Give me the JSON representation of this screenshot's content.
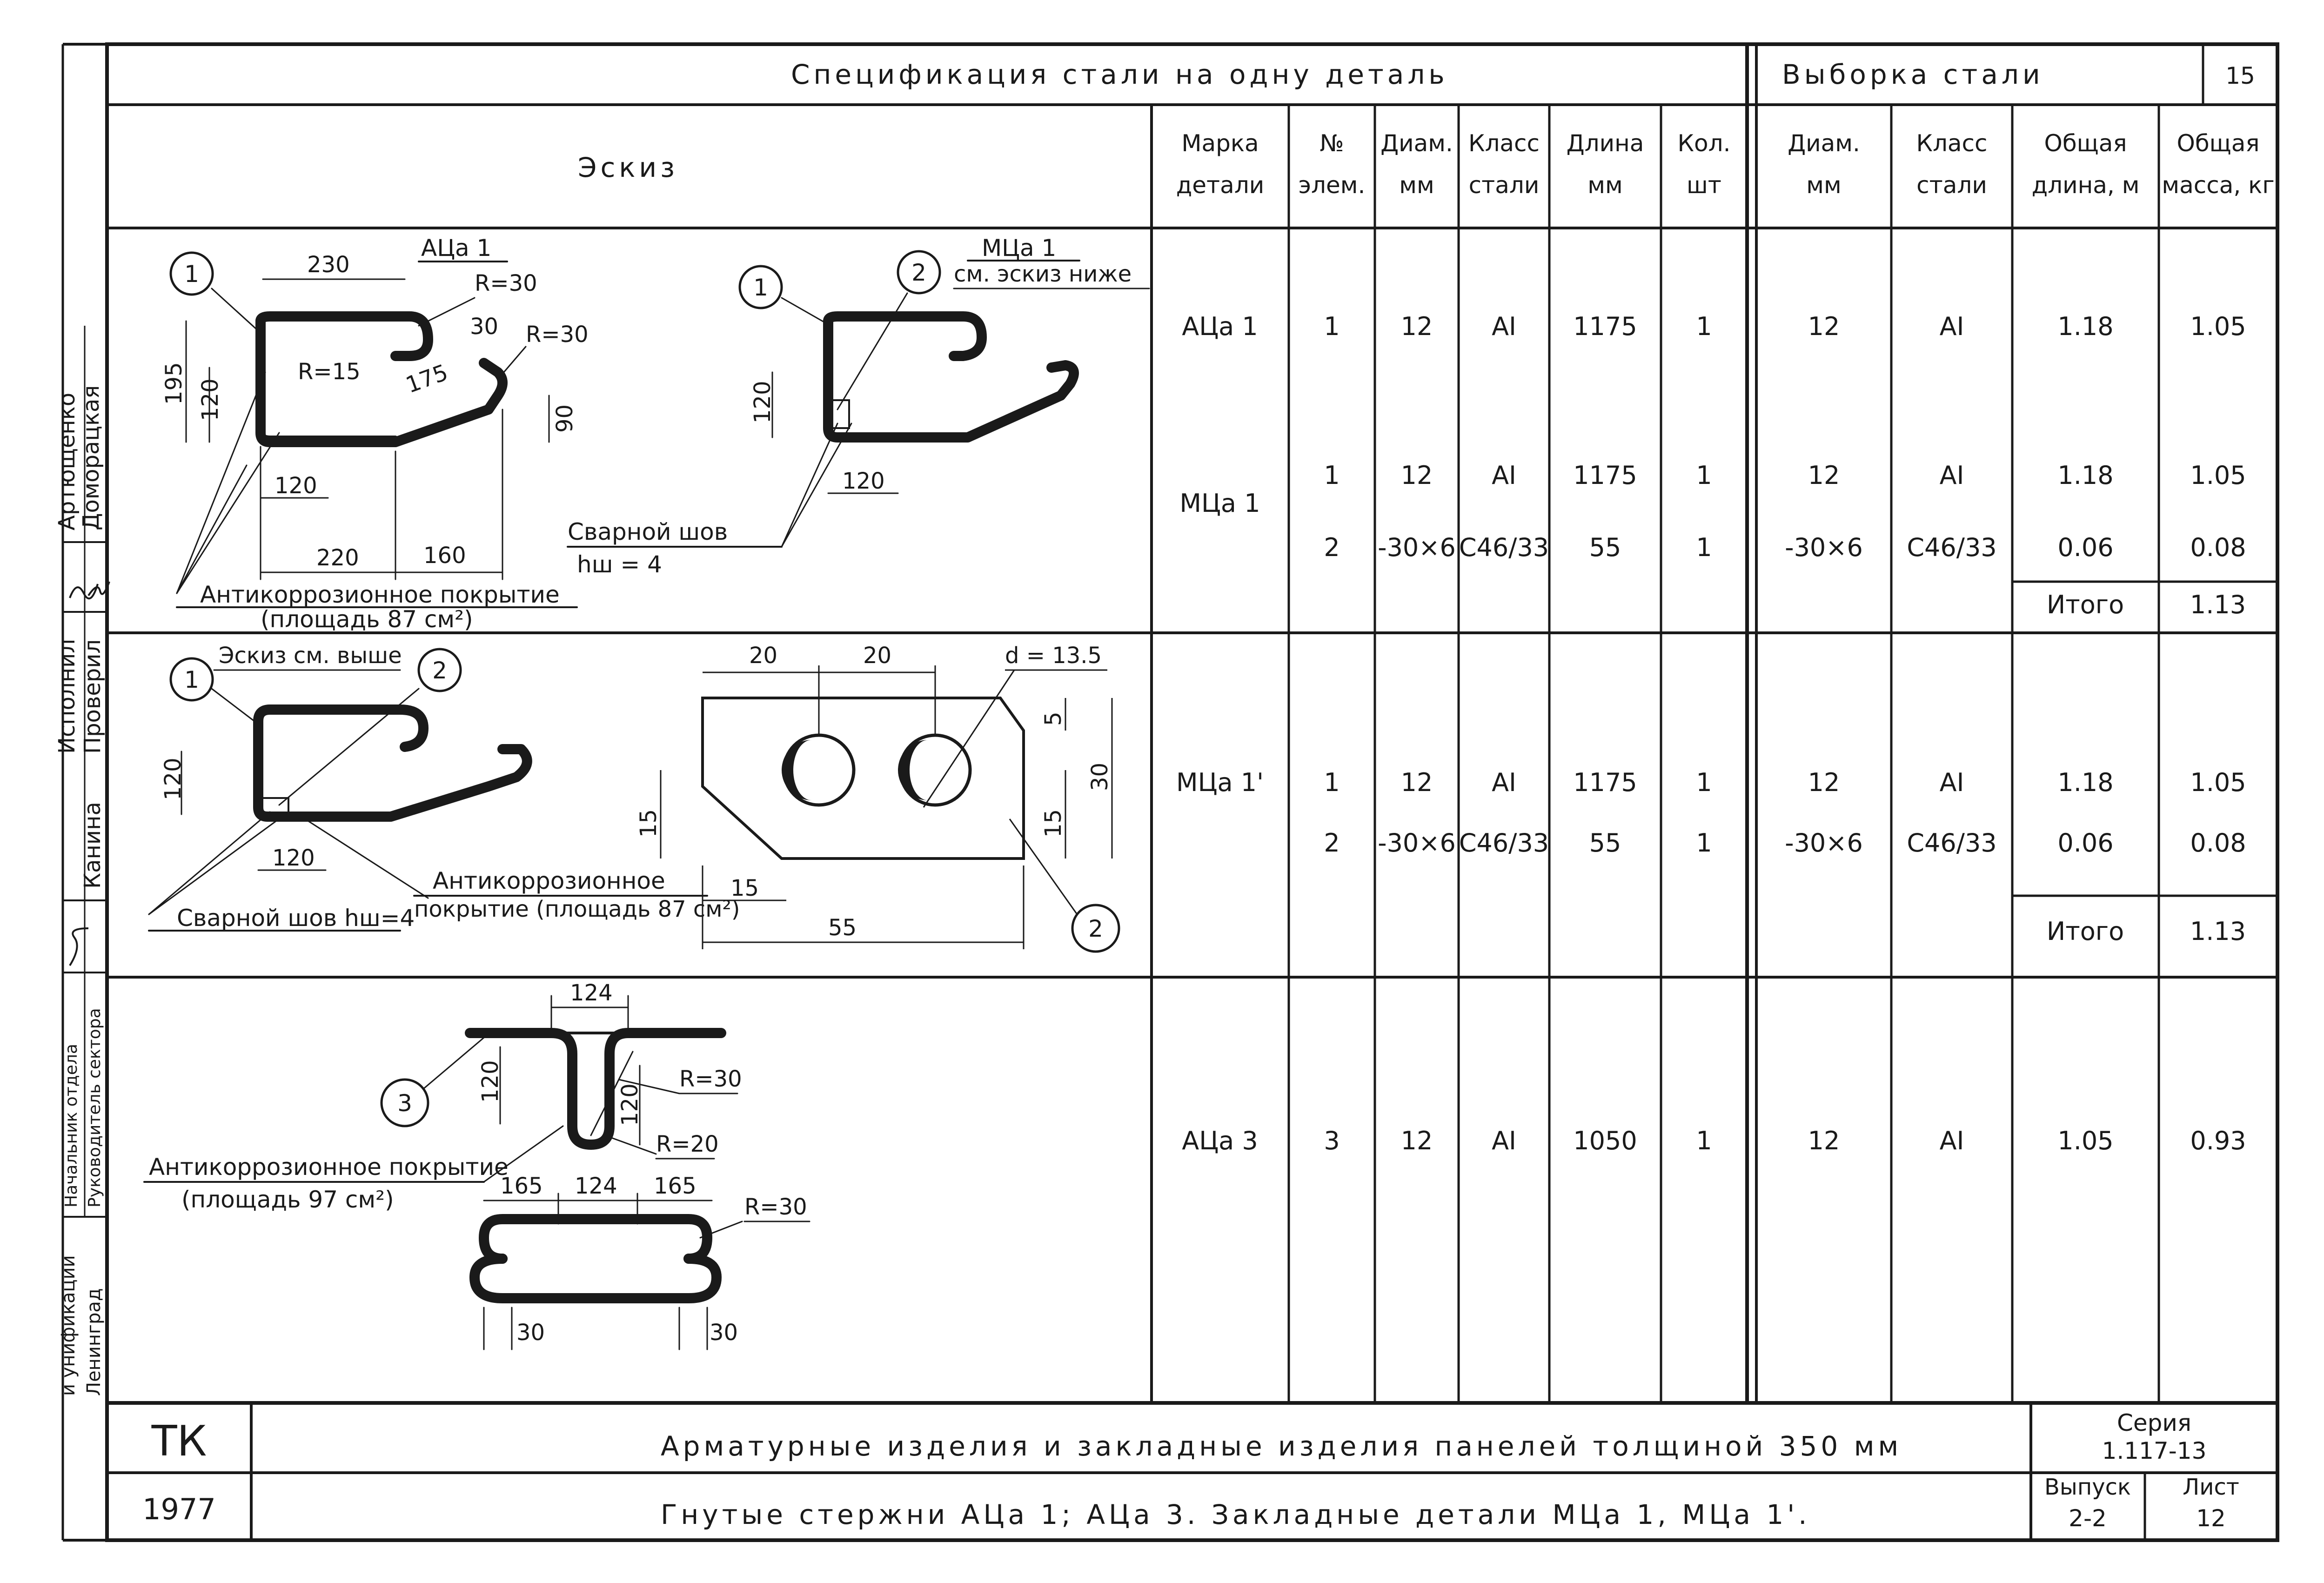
{
  "sheet": {
    "spec_title": "Спецификация стали на одну деталь",
    "sel_title": "Выборка стали",
    "page_number": "15",
    "sketch_header": "Эскиз"
  },
  "spec_headers": [
    [
      "Марка",
      "детали"
    ],
    [
      "№",
      "элем."
    ],
    [
      "Диам.",
      "мм"
    ],
    [
      "Класс",
      "стали"
    ],
    [
      "Длина",
      "мм"
    ],
    [
      "Кол.",
      "шт"
    ]
  ],
  "sel_headers": [
    [
      "Диам.",
      "мм"
    ],
    [
      "Класс",
      "стали"
    ],
    [
      "Общая",
      "длина, м"
    ],
    [
      "Общая",
      "масса, кг"
    ]
  ],
  "rows": [
    {
      "mark": "АЦа 1",
      "lines": [
        [
          "1",
          "12",
          "АI",
          "1175",
          "1",
          "12",
          "АI",
          "1.18",
          "1.05"
        ]
      ]
    },
    {
      "mark": "МЦа 1",
      "lines": [
        [
          "1",
          "12",
          "АI",
          "1175",
          "1",
          "12",
          "АI",
          "1.18",
          "1.05"
        ],
        [
          "2",
          "-30×6",
          "С46/33",
          "55",
          "1",
          "-30×6",
          "С46/33",
          "0.06",
          "0.08"
        ]
      ],
      "total": "1.13"
    },
    {
      "mark": "МЦа 1'",
      "lines": [
        [
          "1",
          "12",
          "АI",
          "1175",
          "1",
          "12",
          "АI",
          "1.18",
          "1.05"
        ],
        [
          "2",
          "-30×6",
          "С46/33",
          "55",
          "1",
          "-30×6",
          "С46/33",
          "0.06",
          "0.08"
        ]
      ],
      "total": "1.13"
    },
    {
      "mark": "АЦа 3",
      "lines": [
        [
          "3",
          "12",
          "АI",
          "1050",
          "1",
          "12",
          "АI",
          "1.05",
          "0.93"
        ]
      ]
    }
  ],
  "total_label": "Итого",
  "sketches": {
    "s1": {
      "title": "АЦа 1",
      "callout": "1",
      "r30a": "R=30",
      "r30b": "R=30",
      "r15": "R=15",
      "d230": "230",
      "d30": "30",
      "d175": "175",
      "d195": "195",
      "d120v": "120",
      "d90": "90",
      "d120": "120",
      "d220": "220",
      "d160": "160",
      "coating": "Антикоррозионное покрытие",
      "coating_area": "(площадь 87 см²)"
    },
    "s2": {
      "title": "МЦа 1",
      "subtitle": "см. эскиз ниже",
      "callout1": "1",
      "callout2": "2",
      "d120v": "120",
      "d120": "120",
      "weld": "Сварной шов",
      "weld_h": "hш = 4"
    },
    "s3": {
      "note": "Эскиз см. выше",
      "callout1": "1",
      "callout2": "2",
      "d120v": "120",
      "d120": "120",
      "weld": "Сварной шов hш=4",
      "coating": "Антикоррозионное",
      "coating_area": "покрытие (площадь 87 см²)"
    },
    "plate": {
      "d20a": "20",
      "d20b": "20",
      "hole": "d = 13.5",
      "d5": "5",
      "d30": "30",
      "d15r": "15",
      "d15l": "15",
      "d15b": "15",
      "d55": "55",
      "callout": "2"
    },
    "s4": {
      "callout": "3",
      "d124t": "124",
      "d120l": "120",
      "d120r": "120",
      "r30t": "R=30",
      "r20": "R=20",
      "coating": "Антикоррозионное покрытие",
      "coating_area": "(площадь 97 см²)",
      "d165a": "165",
      "d124": "124",
      "d165b": "165",
      "r30b": "R=30",
      "d30a": "30",
      "d30b": "30"
    }
  },
  "side_stamp": {
    "artyushenko": "Артющенко",
    "domoratskaya": "Доморацкая",
    "ispolnil": "Исполнил",
    "proveril": "Проверил",
    "kanina": "Канина",
    "nach_otdela": "Начальник отдела",
    "ruk_sektora": "Руководитель сектора",
    "unification": "и унификации",
    "leningrad": "Ленинград"
  },
  "title_block": {
    "org": "ТК",
    "year": "1977",
    "line1": "Арматурные изделия и закладные изделия панелей толщиной 350 мм",
    "line2": "Гнутые стержни АЦа 1; АЦа 3. Закладные детали МЦа 1, МЦа 1'.",
    "series_label": "Серия",
    "series_value": "1.117-13",
    "issue_label": "Выпуск",
    "issue_value": "2-2",
    "sheet_label": "Лист",
    "sheet_value": "12"
  }
}
